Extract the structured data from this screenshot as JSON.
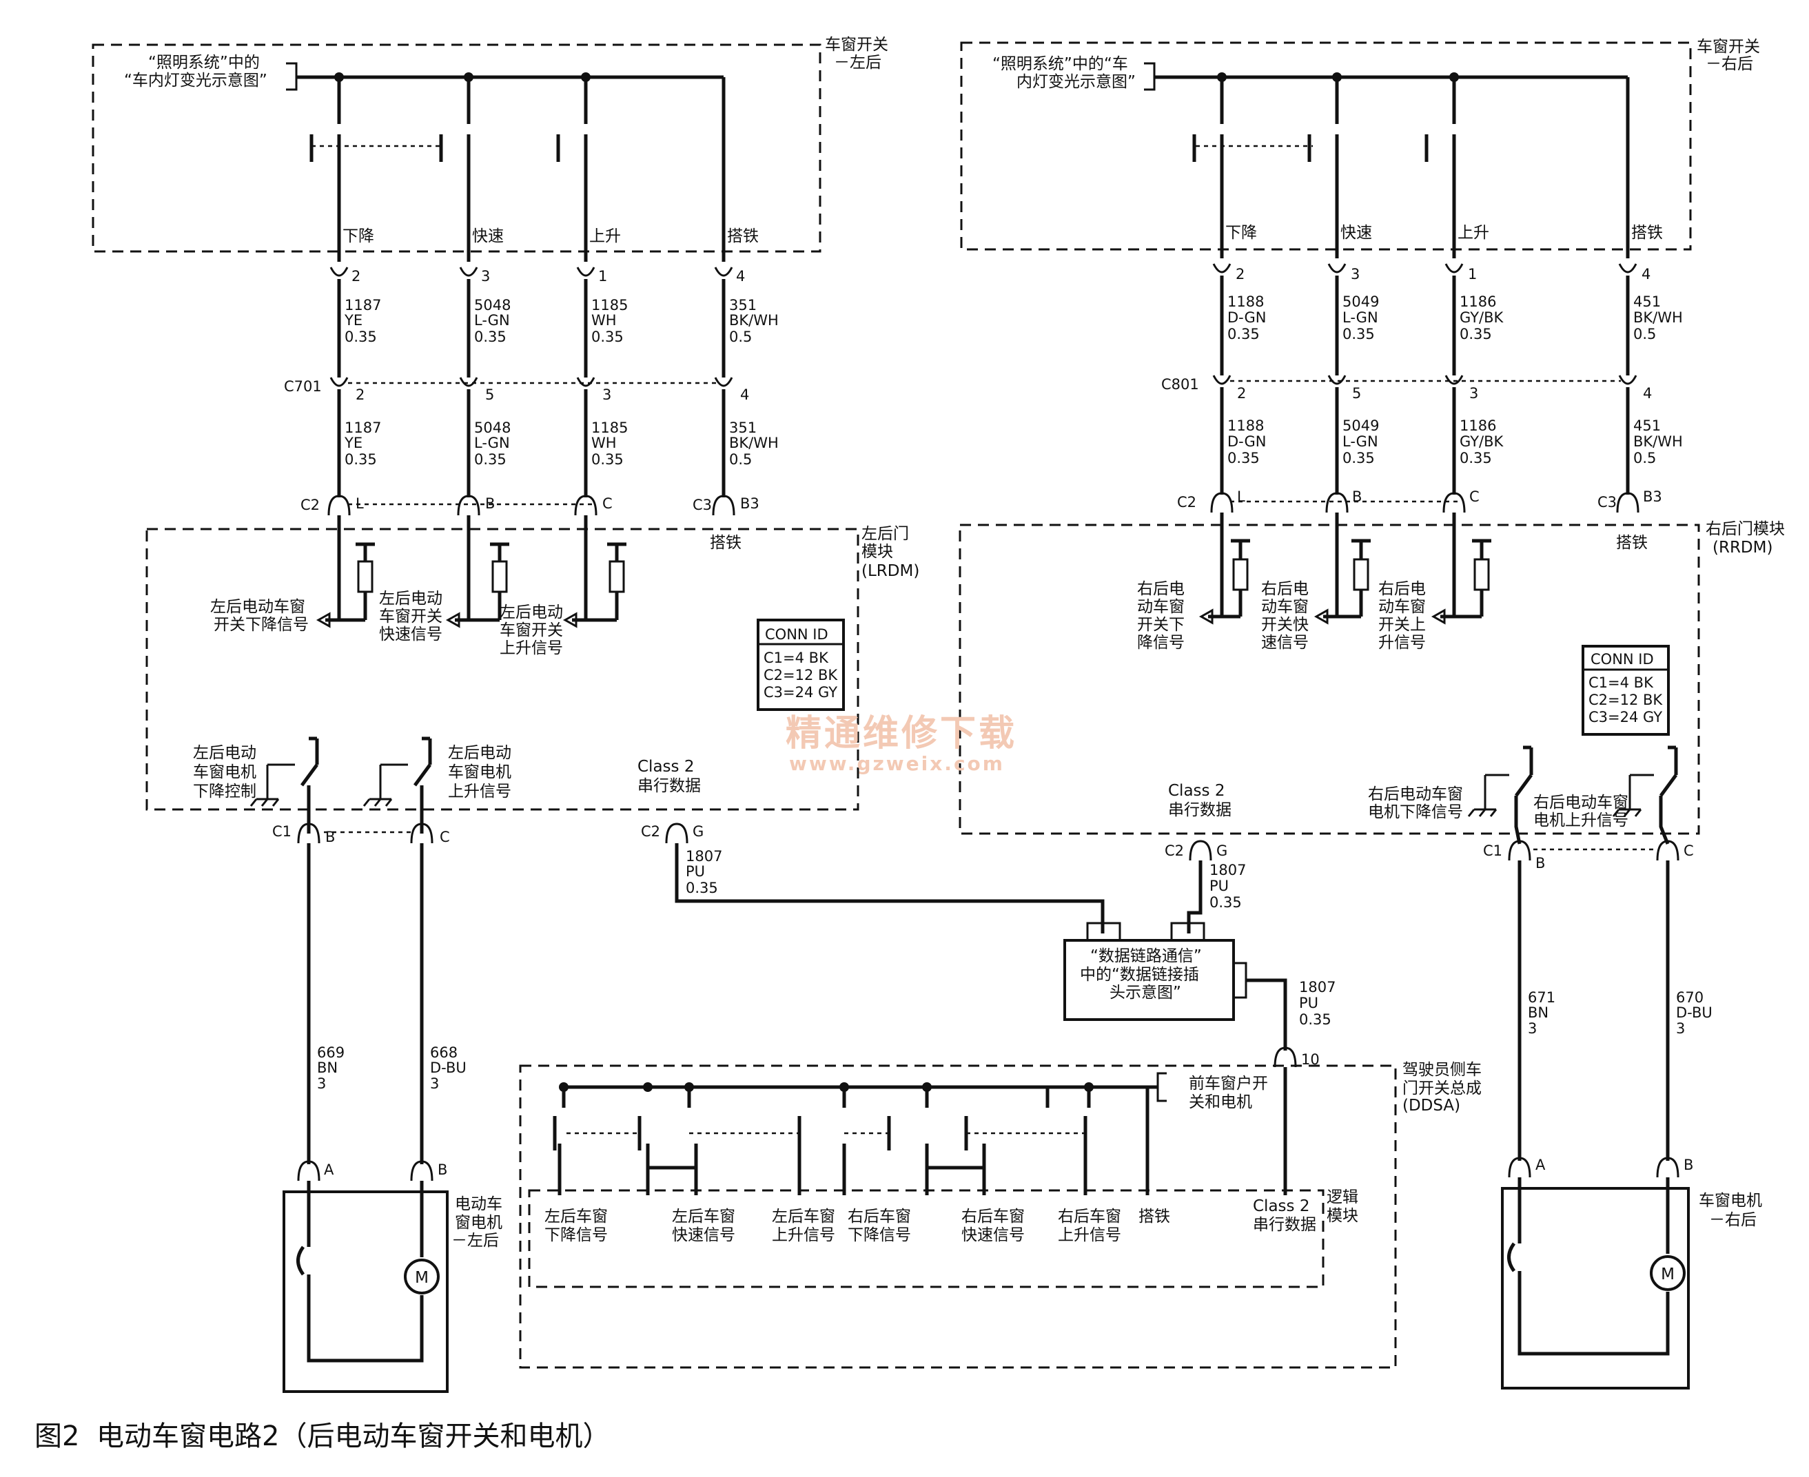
{
  "caption": {
    "figure_no": "图2",
    "title": "电动车窗电路2（后电动车窗开关和电机）"
  },
  "watermark": {
    "line1": "精通维修下载",
    "line2": "www.gzweix.com"
  },
  "left": {
    "switch_box_label_l1": "车窗开关",
    "switch_box_label_l2": "－左后",
    "lighting_ref_l1": "“照明系统”中的",
    "lighting_ref_l2": "“车内灯变光示意图”",
    "func_labels": [
      "下降",
      "快速",
      "上升",
      "搭铁"
    ],
    "top_pins": [
      "2",
      "3",
      "1",
      "4"
    ],
    "top_wires": [
      {
        "circuit": "1187",
        "color": "YE",
        "size": "0.35"
      },
      {
        "circuit": "5048",
        "color": "L-GN",
        "size": "0.35"
      },
      {
        "circuit": "1185",
        "color": "WH",
        "size": "0.35"
      },
      {
        "circuit": "351",
        "color": "BK/WH",
        "size": "0.5"
      }
    ],
    "connector_name": "C701",
    "connector_pins": [
      "2",
      "5",
      "3",
      "4"
    ],
    "mid_wires": [
      {
        "circuit": "1187",
        "color": "YE",
        "size": "0.35"
      },
      {
        "circuit": "5048",
        "color": "L-GN",
        "size": "0.35"
      },
      {
        "circuit": "1185",
        "color": "WH",
        "size": "0.35"
      },
      {
        "circuit": "351",
        "color": "BK/WH",
        "size": "0.5"
      }
    ],
    "c2_label": "C2",
    "c3_label": "C3",
    "module_pins": [
      "L",
      "B",
      "C",
      "B3"
    ],
    "ground_label": "搭铁",
    "module_label_l1": "左后门",
    "module_label_l2": "模块",
    "module_label_l3": "(LRDM)",
    "signals": [
      [
        "左后电动车窗",
        "开关下降信号"
      ],
      [
        "左后电动",
        "车窗开关",
        "快速信号"
      ],
      [
        "左后电动",
        "车窗开关",
        "上升信号"
      ]
    ],
    "relays": [
      [
        "左后电动",
        "车窗电机",
        "下降控制"
      ],
      [
        "左后电动",
        "车窗电机",
        "上升信号"
      ]
    ],
    "class2_l1": "Class 2",
    "class2_l2": "串行数据",
    "c2g_conn": "C2",
    "c2g_pin": "G",
    "data_wire": {
      "circuit": "1807",
      "color": "PU",
      "size": "0.35"
    },
    "c1_label": "C1",
    "c1_pins": [
      "B",
      "C"
    ],
    "motor_wires": [
      {
        "circuit": "669",
        "color": "BN",
        "size": "3"
      },
      {
        "circuit": "668",
        "color": "D-BU",
        "size": "3"
      }
    ],
    "motor_pins": [
      "A",
      "B"
    ],
    "motor_label": [
      "电动车",
      "窗电机",
      "－左后"
    ],
    "motor_symbol": "M"
  },
  "right": {
    "switch_box_label_l1": "车窗开关",
    "switch_box_label_l2": "－右后",
    "lighting_ref_l1": "“照明系统”中的“车",
    "lighting_ref_l2": "内灯变光示意图”",
    "func_labels": [
      "下降",
      "快速",
      "上升",
      "搭铁"
    ],
    "top_pins": [
      "2",
      "3",
      "1",
      "4"
    ],
    "top_wires": [
      {
        "circuit": "1188",
        "color": "D-GN",
        "size": "0.35"
      },
      {
        "circuit": "5049",
        "color": "L-GN",
        "size": "0.35"
      },
      {
        "circuit": "1186",
        "color": "GY/BK",
        "size": "0.35"
      },
      {
        "circuit": "451",
        "color": "BK/WH",
        "size": "0.5"
      }
    ],
    "connector_name": "C801",
    "connector_pins": [
      "2",
      "5",
      "3",
      "4"
    ],
    "mid_wires": [
      {
        "circuit": "1188",
        "color": "D-GN",
        "size": "0.35"
      },
      {
        "circuit": "5049",
        "color": "L-GN",
        "size": "0.35"
      },
      {
        "circuit": "1186",
        "color": "GY/BK",
        "size": "0.35"
      },
      {
        "circuit": "451",
        "color": "BK/WH",
        "size": "0.5"
      }
    ],
    "c2_label": "C2",
    "c3_label": "C3",
    "module_pins": [
      "L",
      "B",
      "C",
      "B3"
    ],
    "ground_label": "搭铁",
    "module_label_l1": "右后门模块",
    "module_label_l2": "(RRDM)",
    "signals": [
      [
        "右后电",
        "动车窗",
        "开关下",
        "降信号"
      ],
      [
        "右后电",
        "动车窗",
        "开关快",
        "速信号"
      ],
      [
        "右后电",
        "动车窗",
        "开关上",
        "升信号"
      ]
    ],
    "relays": [
      [
        "右后电动车窗",
        "电机下降信号"
      ],
      [
        "右后电动车窗",
        "电机上升信号"
      ]
    ],
    "class2_l1": "Class 2",
    "class2_l2": "串行数据",
    "c2g_conn": "C2",
    "c2g_pin": "G",
    "data_wire": {
      "circuit": "1807",
      "color": "PU",
      "size": "0.35"
    },
    "c1_label": "C1",
    "c1_pins": [
      "B",
      "C"
    ],
    "motor_wires": [
      {
        "circuit": "671",
        "color": "BN",
        "size": "3"
      },
      {
        "circuit": "670",
        "color": "D-BU",
        "size": "3"
      }
    ],
    "motor_pins": [
      "A",
      "B"
    ],
    "motor_label": [
      "车窗电机",
      "－右后"
    ],
    "motor_symbol": "M"
  },
  "dlc": {
    "l1": "“数据链路通信”",
    "l2": "中的“数据链接插",
    "l3": "头示意图”",
    "wire": {
      "circuit": "1807",
      "color": "PU",
      "size": "0.35"
    },
    "pin": "10"
  },
  "ddsa": {
    "label_l1": "驾驶员侧车",
    "label_l2": "门开关总成",
    "label_l3": "(DDSA)",
    "front_ref_l1": "前车窗户开",
    "front_ref_l2": "关和电机",
    "logic_l1": "逻辑",
    "logic_l2": "模块",
    "signals": [
      [
        "左后车窗",
        "下降信号"
      ],
      [
        "左后车窗",
        "快速信号"
      ],
      [
        "左后车窗",
        "上升信号"
      ],
      [
        "右后车窗",
        "下降信号"
      ],
      [
        "右后车窗",
        "快速信号"
      ],
      [
        "右后车窗",
        "上升信号"
      ]
    ],
    "ground": "搭铁",
    "class2_l1": "Class 2",
    "class2_l2": "串行数据"
  },
  "conn_id_left": {
    "title": "CONN ID",
    "lines": [
      "C1=4 BK",
      "C2=12 BK",
      "C3=24 GY"
    ]
  },
  "conn_id_right": {
    "title": "CONN ID",
    "lines": [
      "C1=4 BK",
      "C2=12 BK",
      "C3=24 GY"
    ]
  }
}
